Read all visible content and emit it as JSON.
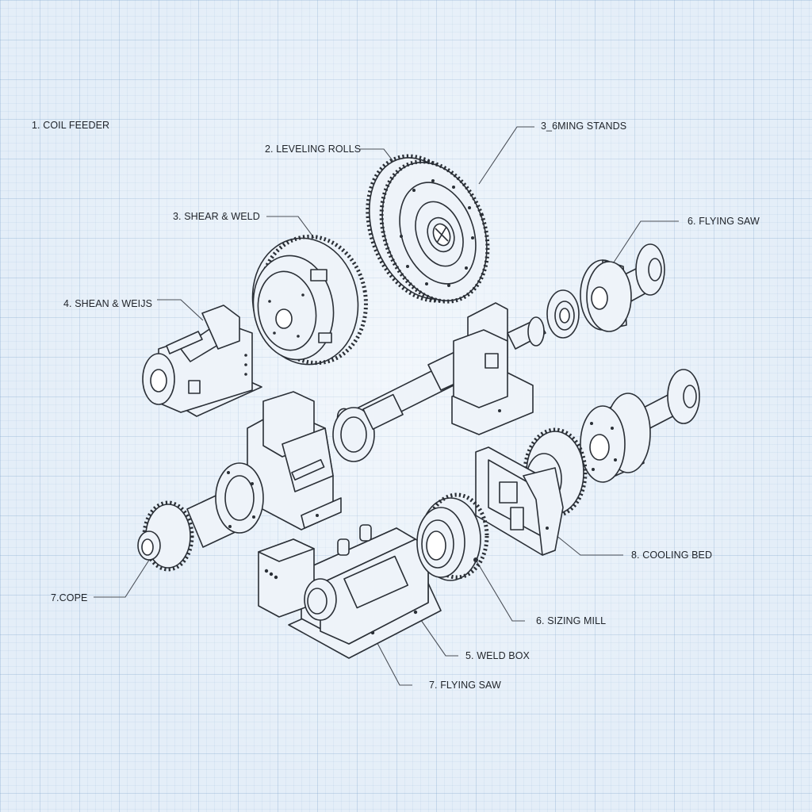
{
  "diagram": {
    "type": "exploded-view technical drawing",
    "subject": "tube mill line components",
    "colors": {
      "background": "#e4eef8",
      "grid": "#8fb2d4",
      "line_art": "#2a2f36",
      "label_text": "#1f2329"
    },
    "labels": [
      {
        "id": "coil-feeder",
        "text": "1. COIL FEEDER"
      },
      {
        "id": "leveling-rolls",
        "text": "2. LEVELING ROLLS"
      },
      {
        "id": "forming-stands",
        "text": "3_6MING STANDS"
      },
      {
        "id": "shear-weld",
        "text": "3. SHEAR & WELD"
      },
      {
        "id": "flying-saw-top",
        "text": "6. FLYING SAW"
      },
      {
        "id": "shean-weins",
        "text": "4. SHEAN & WEIJS"
      },
      {
        "id": "core",
        "text": "7.COPE"
      },
      {
        "id": "cooling-bed",
        "text": "8. COOLING BED"
      },
      {
        "id": "sizing-mill",
        "text": "6. SIZING MILL"
      },
      {
        "id": "weld-box",
        "text": "5. WELD BOX"
      },
      {
        "id": "flying-saw-bottom",
        "text": "7. FLYING SAW"
      }
    ]
  }
}
